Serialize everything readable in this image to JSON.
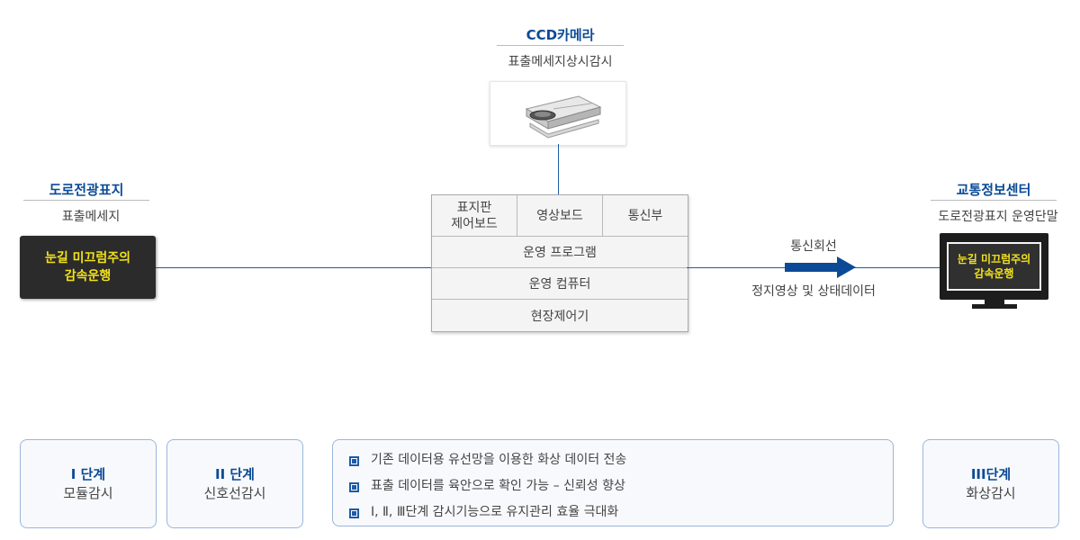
{
  "camera": {
    "title": "CCD카메라",
    "subtitle": "표출메세지상시감시",
    "icon": "ccd-camera-icon"
  },
  "left_sign": {
    "title": "도로전광표지",
    "subtitle": "표출메세지",
    "display_line1": "눈길 미끄럼주의",
    "display_line2": "감속운행"
  },
  "controller": {
    "top_cells": [
      {
        "line1": "표지판",
        "line2": "제어보드"
      },
      {
        "line1": "영상보드",
        "line2": ""
      },
      {
        "line1": "통신부",
        "line2": ""
      }
    ],
    "rows": [
      "운영 프로그램",
      "운영 컴퓨터",
      "현장제어기"
    ]
  },
  "link": {
    "label_top": "통신회선",
    "label_bottom": "정지영상 및 상태데이터"
  },
  "center": {
    "title": "교통정보센터",
    "subtitle": "도로전광표지 운영단말",
    "display_line1": "눈길 미끄럼주의",
    "display_line2": "감속운행"
  },
  "stages": [
    {
      "title": "I 단계",
      "sub": "모듈감시"
    },
    {
      "title": "II 단계",
      "sub": "신호선감시"
    },
    {
      "title": "III단계",
      "sub": "화상감시"
    }
  ],
  "bullets": [
    "기존 데이터용 유선망을 이용한 화상 데이터 전송",
    "표출 데이터를 육안으로 확인 가능 – 신뢰성 향상",
    "Ⅰ, Ⅱ, Ⅲ단계 감시기능으로 유지관리 효율 극대화"
  ],
  "colors": {
    "accent_blue": "#0b4a96",
    "line_blue": "#1d5aa8",
    "sign_text_yellow": "#f2e21b",
    "sign_bg": "#2b2b2b"
  }
}
